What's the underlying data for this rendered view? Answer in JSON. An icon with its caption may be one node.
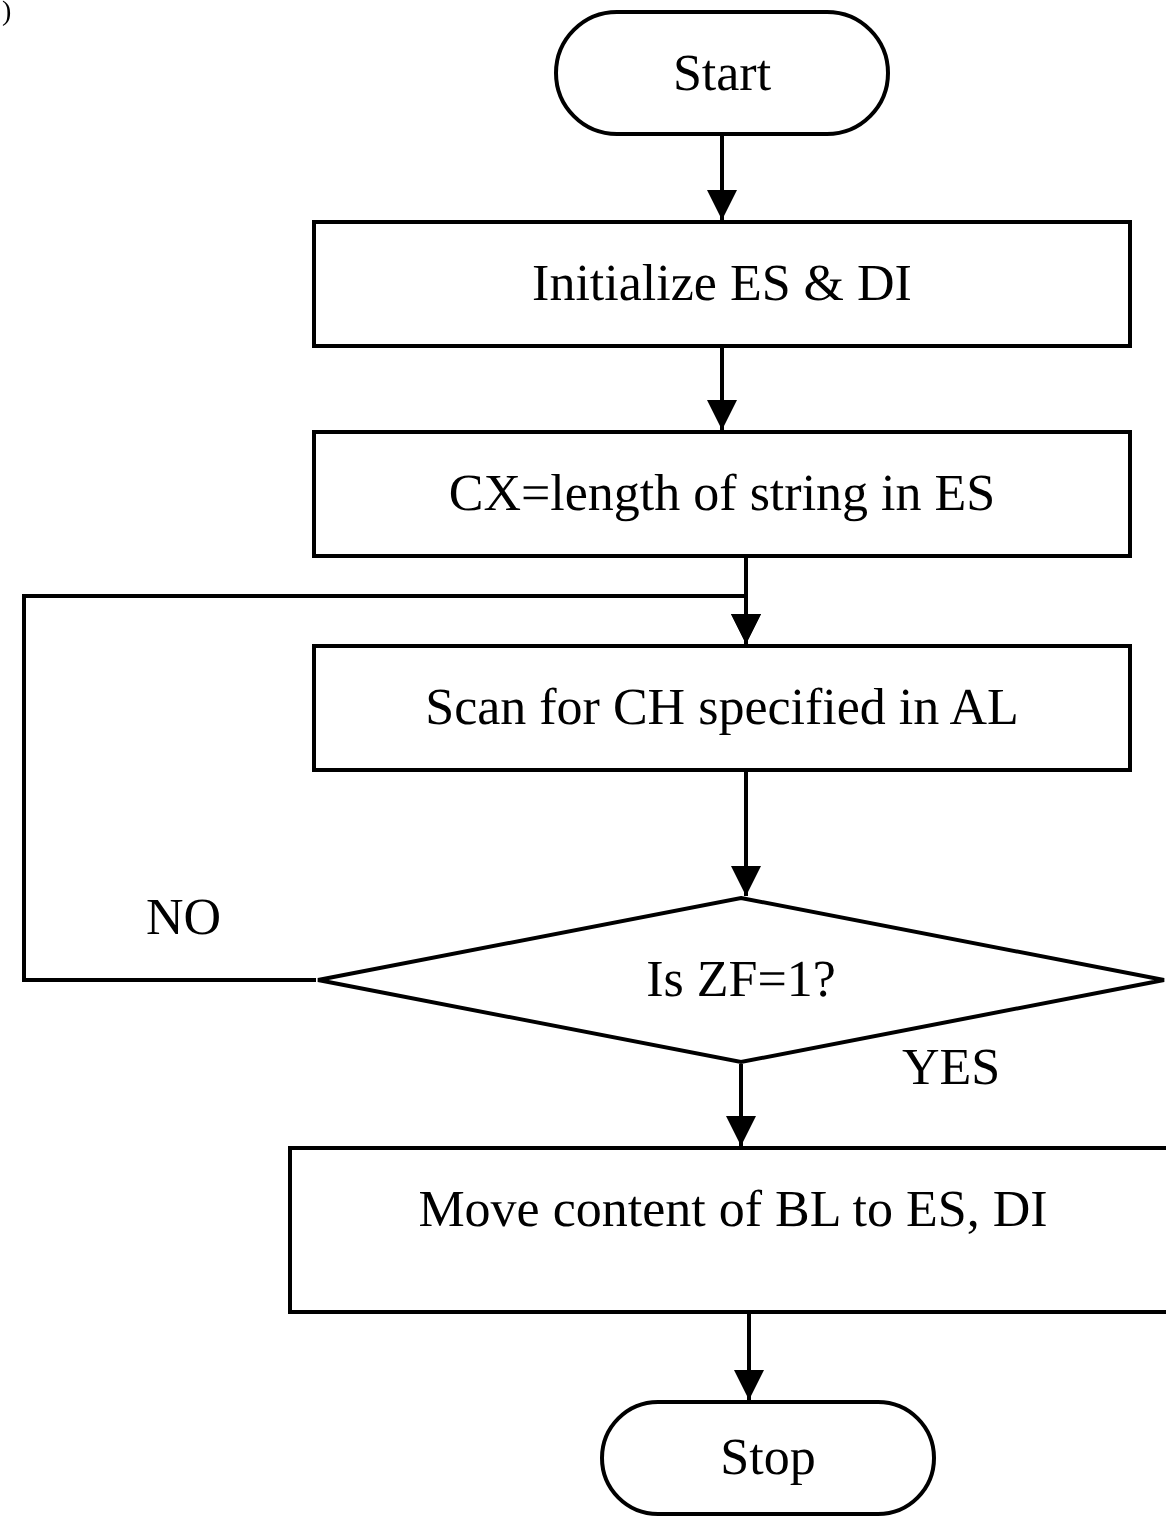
{
  "diagram": {
    "nodes": [
      {
        "text": [
          "Start"
        ]
      },
      {
        "text": [
          "Initialize ES & DI"
        ]
      },
      {
        "text": [
          "CX=length of string in ES"
        ]
      },
      {
        "text": [
          "Scan for CH specified in AL"
        ]
      },
      {
        "text": [
          "Is ZF=1?"
        ]
      },
      {
        "text": [
          "Move content of BL to ES, DI"
        ]
      },
      {
        "text": [
          "Stop"
        ]
      }
    ],
    "edges": [
      {
        "from": 0,
        "to": 1,
        "arrow": "to"
      },
      {
        "from": 1,
        "to": 2,
        "arrow": "to"
      },
      {
        "from": 2,
        "to": 3,
        "arrow": "to"
      },
      {
        "from": 3,
        "to": 4,
        "arrow": "to"
      },
      {
        "from": 4,
        "to": 3,
        "arrow": "to",
        "label": "NO"
      },
      {
        "from": 4,
        "to": 5,
        "arrow": "to",
        "label": "YES"
      },
      {
        "from": 5,
        "to": 6,
        "arrow": "to"
      }
    ],
    "labels": [
      ")"
    ]
  }
}
